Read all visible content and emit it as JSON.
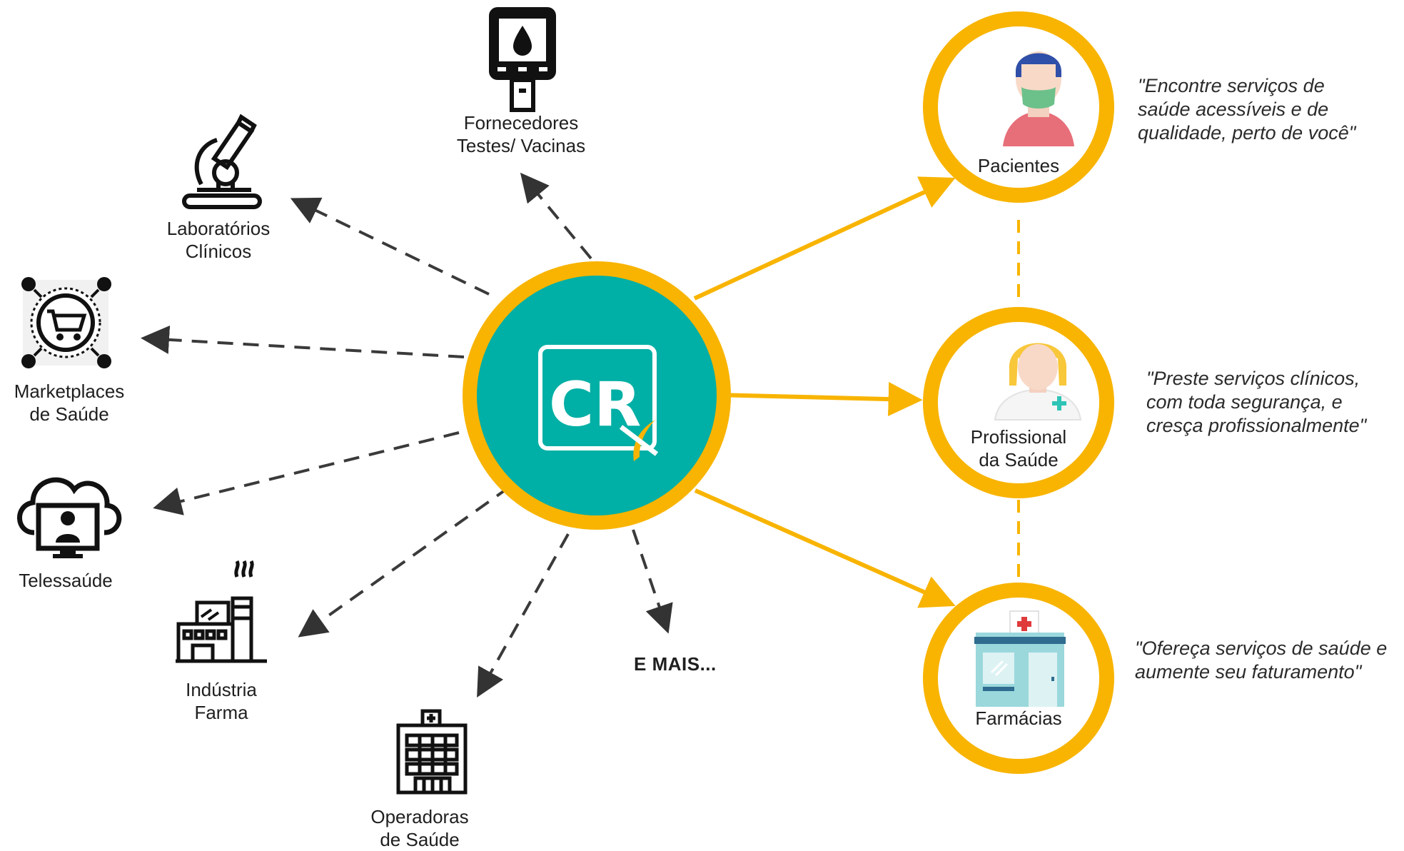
{
  "center": {
    "logo_text": "CR",
    "colors": {
      "ring": "#F8B400",
      "center_fill": "#00AFA5",
      "logo_line": "#FFFFFF",
      "accent": "#F8B400"
    }
  },
  "left_nodes": [
    {
      "id": "fornecedores",
      "icon": "glucometer-icon",
      "label": "Fornecedores\nTestes/ Vacinas"
    },
    {
      "id": "laboratorios",
      "icon": "microscope-icon",
      "label": "Laboratórios\nClínicos"
    },
    {
      "id": "marketplaces",
      "icon": "shopping-cart-network-icon",
      "label": "Marketplaces\nde Saúde"
    },
    {
      "id": "telessaude",
      "icon": "cloud-doctor-icon",
      "label": "Telessaúde"
    },
    {
      "id": "industria",
      "icon": "factory-icon",
      "label": "Indústria\nFarma"
    },
    {
      "id": "operadoras",
      "icon": "hospital-building-icon",
      "label": "Operadoras\nde Saúde"
    }
  ],
  "more_label": "E MAIS...",
  "right_nodes": [
    {
      "id": "pacientes",
      "icon": "patient-mask-icon",
      "label": "Pacientes",
      "quote": "\"Encontre serviços de\nsaúde acessíveis e de\nqualidade, perto de você\""
    },
    {
      "id": "profissional",
      "icon": "health-professional-icon",
      "label": "Profissional\nda Saúde",
      "quote": "\"Preste serviços clínicos,\ncom toda segurança, e\ncresça profissionalmente\""
    },
    {
      "id": "farmacias",
      "icon": "pharmacy-store-icon",
      "label": "Farmácias",
      "quote": "\"Ofereça serviços de saúde e\naumente seu faturamento\""
    }
  ],
  "style": {
    "dashed_line_color": "#3A3A3A",
    "solid_line_color": "#F8B400"
  }
}
